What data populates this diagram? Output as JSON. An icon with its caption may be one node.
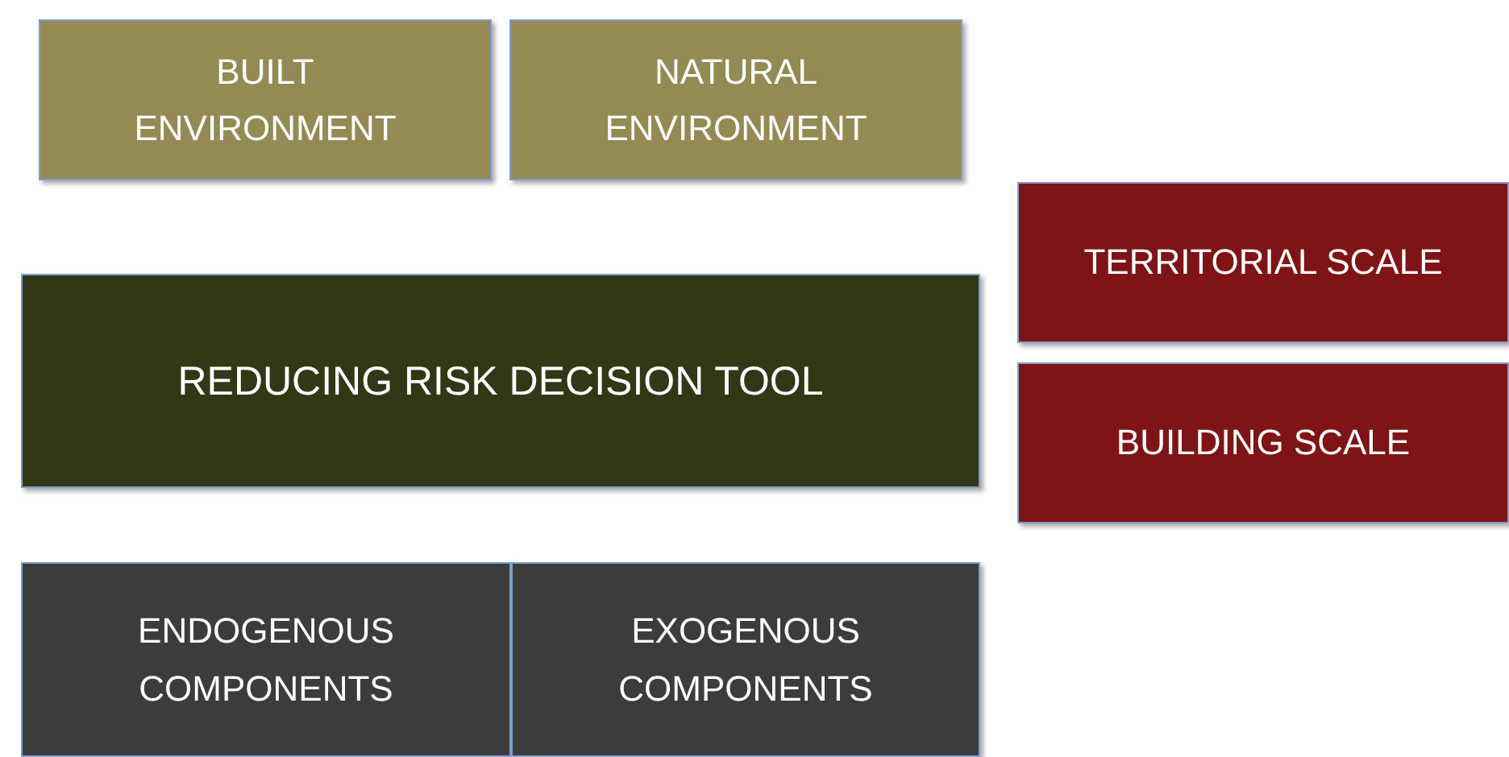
{
  "diagram": {
    "nodes": [
      {
        "text": [
          "BUILT ENVIRONMENT"
        ]
      },
      {
        "text": [
          "NATURAL ENVIRONMENT"
        ]
      },
      {
        "text": [
          "TERRITORIAL SCALE"
        ]
      },
      {
        "text": [
          "REDUCING RISK DECISION TOOL"
        ]
      },
      {
        "text": [
          "BUILDING SCALE"
        ]
      },
      {
        "text": [
          "ENDOGENOUS COMPONENTS"
        ]
      },
      {
        "text": [
          "EXOGENOUS COMPONENTS"
        ]
      }
    ]
  }
}
